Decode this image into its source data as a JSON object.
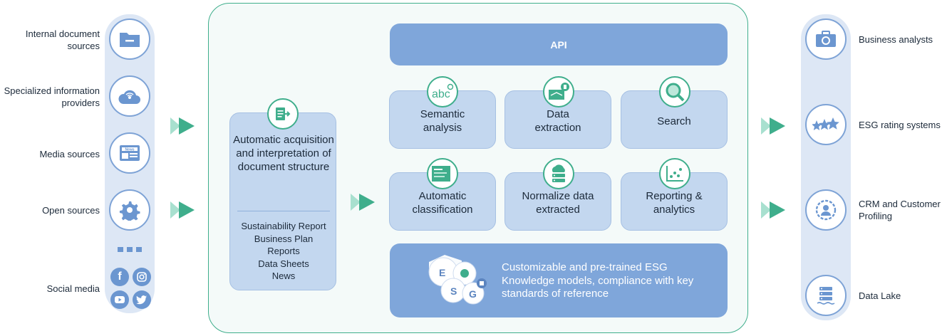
{
  "sources": {
    "internal": "Internal document sources",
    "specialized": "Specialized information providers",
    "media": "Media sources",
    "open": "Open sources",
    "social": "Social media"
  },
  "processing": {
    "acquisition_title": "Automatic acquisition and interpretation of document structure",
    "document_types": [
      "Sustainability Report",
      "Business Plan",
      "Reports",
      "Data Sheets",
      "News"
    ],
    "api_label": "API",
    "tiles": [
      "Semantic analysis",
      "Data extraction",
      "Search",
      "Automatic classification",
      "Normalize data extracted",
      "Reporting & analytics"
    ],
    "esg_text": "Customizable and pre-trained ESG Knowledge models, compliance with key standards of reference",
    "esg_letters": [
      "E",
      "S",
      "G"
    ],
    "news_badge": "News"
  },
  "outputs": {
    "business_analysts": "Business analysts",
    "esg_rating": "ESG rating systems",
    "crm": "CRM and Customer Profiling",
    "data_lake": "Data Lake"
  },
  "colors": {
    "column_bg": "#dde7f5",
    "accent_green": "#3fae8c",
    "tile_blue": "#c3d7ef",
    "api_blue": "#7fa6da",
    "icon_blue": "#6b96d0"
  }
}
